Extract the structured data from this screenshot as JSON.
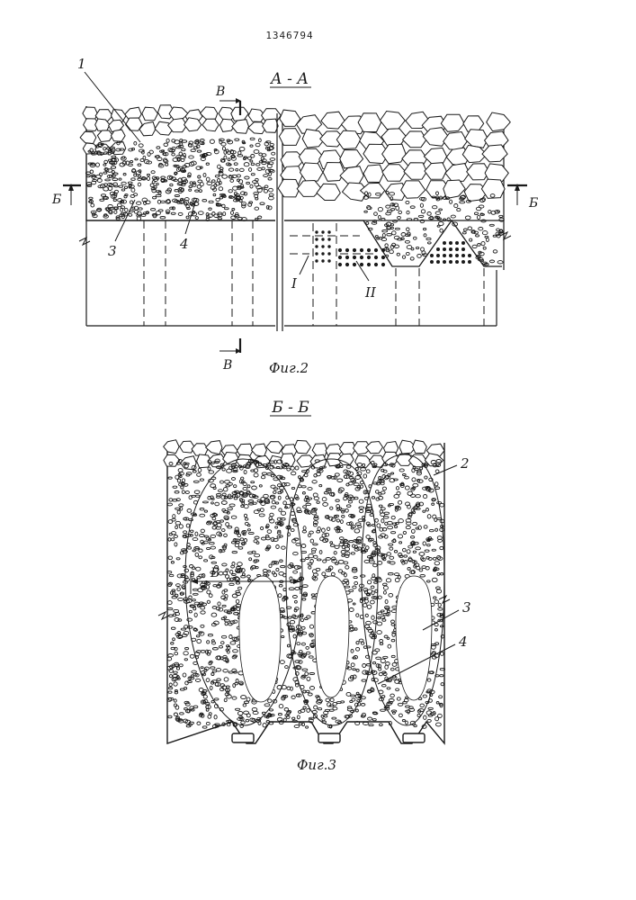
{
  "patent_number": "1346794",
  "figure2": {
    "section_title": "А - А",
    "caption": "Фиг.2",
    "cut_mark_top": "В",
    "cut_mark_bottom": "В",
    "cut_mark_left": "Б",
    "cut_mark_right": "Б",
    "callouts": [
      "1",
      "3",
      "4",
      "I",
      "II"
    ]
  },
  "figure3": {
    "section_title": "Б - Б",
    "caption": "Фиг.3",
    "dimension_label": "В",
    "callouts": [
      "2",
      "3",
      "4"
    ]
  },
  "colors": {
    "ink": "#1a1a1a",
    "paper": "#ffffff"
  }
}
